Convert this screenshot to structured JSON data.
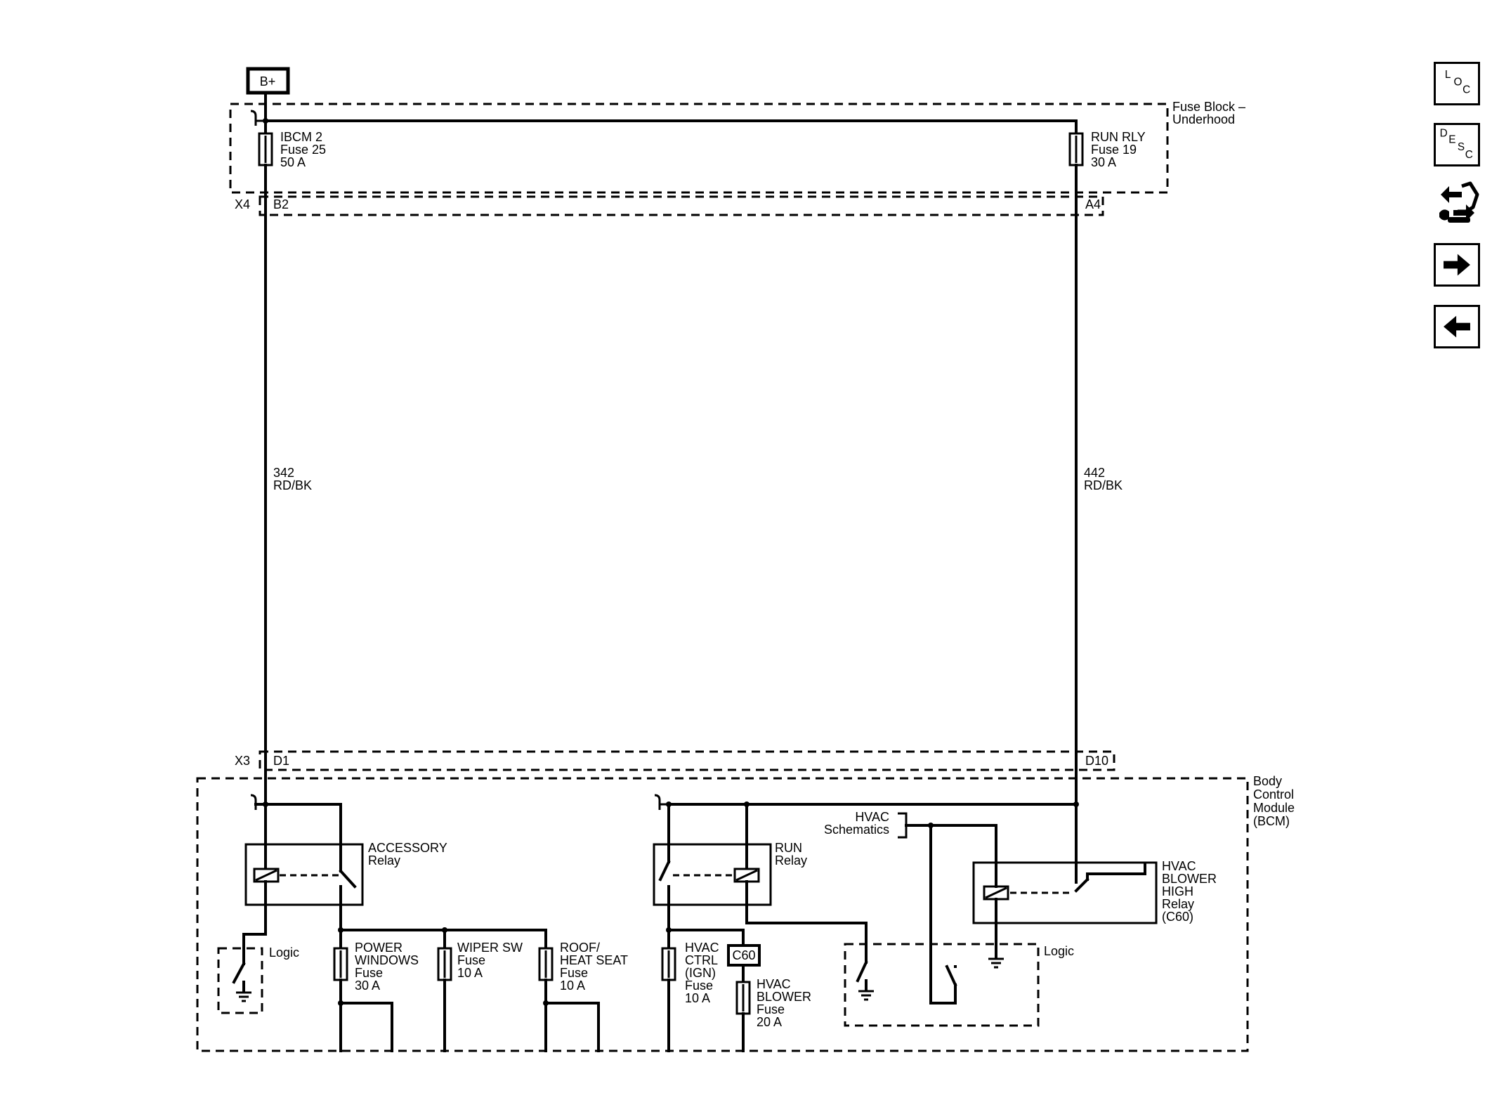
{
  "power_source": {
    "label": "B+"
  },
  "fuse_block": {
    "name_line1": "Fuse Block –",
    "name_line2": "Underhood"
  },
  "fuses_top": [
    {
      "l1": "IBCM 2",
      "l2": "Fuse 25",
      "l3": "50 A"
    },
    {
      "l1": "RUN RLY",
      "l2": "Fuse 19",
      "l3": "30 A"
    }
  ],
  "connectors": {
    "x4": "X4",
    "b2": "B2",
    "a4": "A4",
    "x3": "X3",
    "d1": "D1",
    "d10": "D10"
  },
  "wires": [
    {
      "circuit": "342",
      "color": "RD/BK"
    },
    {
      "circuit": "442",
      "color": "RD/BK"
    }
  ],
  "bcm": {
    "l1": "Body",
    "l2": "Control",
    "l3": "Module",
    "l4": "(BCM)"
  },
  "relays": {
    "accessory": {
      "l1": "ACCESSORY",
      "l2": "Relay"
    },
    "run": {
      "l1": "RUN",
      "l2": "Relay"
    },
    "hvac_blower_high": {
      "l1": "HVAC",
      "l2": "BLOWER",
      "l3": "HIGH",
      "l4": "Relay",
      "l5": "(C60)"
    }
  },
  "logic_left": "Logic",
  "logic_right": "Logic",
  "hvac_schematics": {
    "l1": "HVAC",
    "l2": "Schematics"
  },
  "fuses_bcm": {
    "power_windows": {
      "l1": "POWER",
      "l2": "WINDOWS",
      "l3": "Fuse",
      "l4": "30 A"
    },
    "wiper_sw": {
      "l1": "WIPER SW",
      "l2": "Fuse",
      "l3": "10 A"
    },
    "roof_heat_seat": {
      "l1": "ROOF/",
      "l2": "HEAT SEAT",
      "l3": "Fuse",
      "l4": "10 A"
    },
    "hvac_ctrl": {
      "l1": "HVAC",
      "l2": "CTRL",
      "l3": "(IGN)",
      "l4": "Fuse",
      "l5": "10 A"
    },
    "hvac_blower": {
      "l1": "HVAC",
      "l2": "BLOWER",
      "l3": "Fuse",
      "l4": "20 A"
    }
  },
  "c60_tag": "C60",
  "nav": {
    "loc": [
      "L",
      "O",
      "C"
    ],
    "desc": [
      "D",
      "E",
      "S",
      "C"
    ]
  }
}
